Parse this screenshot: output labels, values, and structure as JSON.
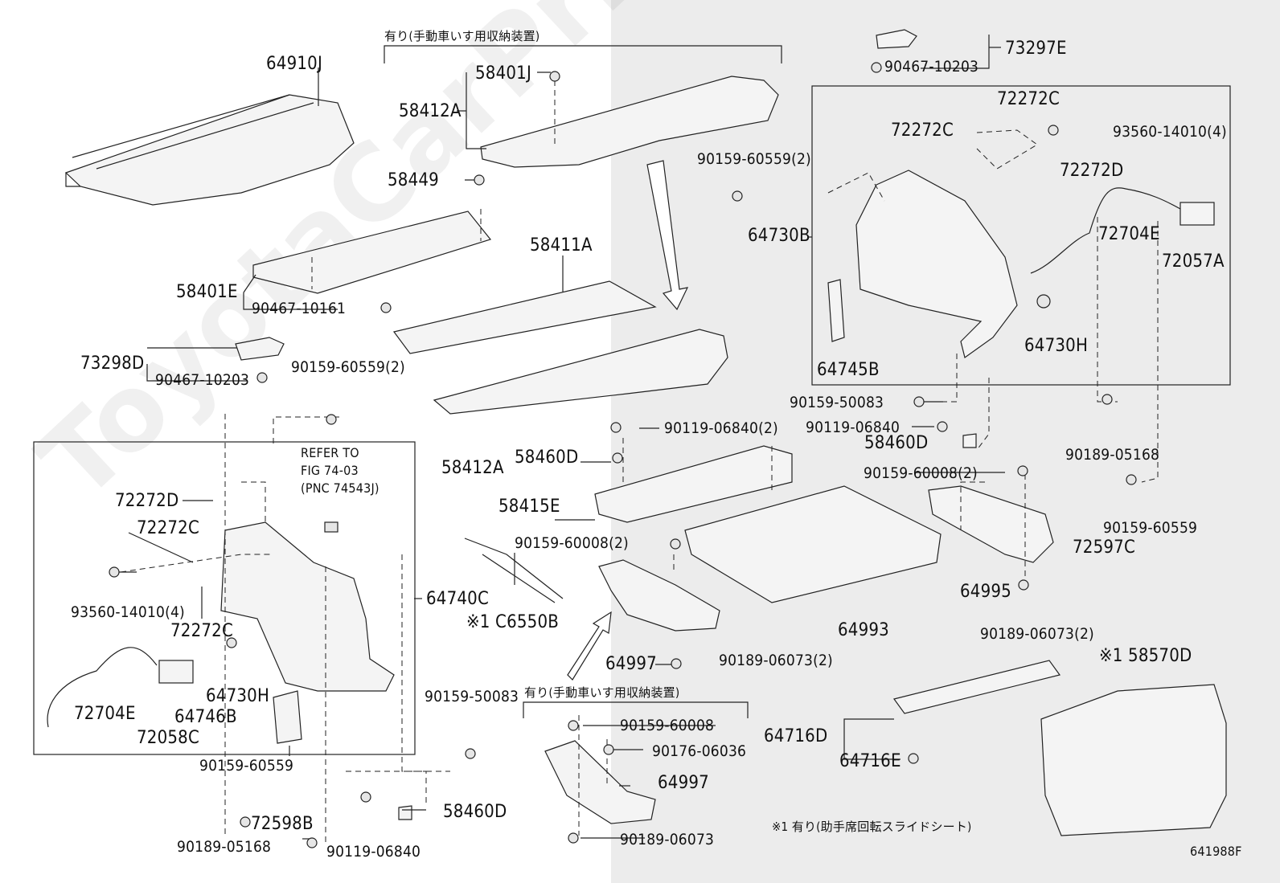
{
  "figure_code": "641988F",
  "watermark": "ToyotaCarPrice.ru",
  "notes": {
    "mt_box_upper": "有り(手動車いす用収納装置)",
    "mt_box_lower": "有り(手動車いす用収納装置)",
    "footnote": "※1 有り(助手席回転スライドシート)",
    "refer_1": "REFER TO",
    "refer_2": "FIG 74-03",
    "refer_3": "(PNC 74543J)"
  },
  "parts": {
    "p64910J": "64910J",
    "p58401J": "58401J",
    "p58412A_top": "58412A",
    "p58449": "58449",
    "p58411A": "58411A",
    "p58401E": "58401E",
    "p90467_10161": "90467-10161",
    "p73298D": "73298D",
    "p90467_10203_left": "90467-10203",
    "p90159_60559_2_mid": "90159-60559(2)",
    "p58412A_bottom": "58412A",
    "p73297E": "73297E",
    "p90467_10203_right": "90467-10203",
    "p72272C_top": "72272C",
    "p72272C_mid": "72272C",
    "p93560_14010_4_right": "93560-14010(4)",
    "p90159_60559_2_right": "90159-60559(2)",
    "p72272D_right": "72272D",
    "p64730B": "64730B",
    "p72704E_right": "72704E",
    "p72057A": "72057A",
    "p64730H_right": "64730H",
    "p64745B": "64745B",
    "p90159_50083_right": "90159-50083",
    "p90119_06840_2": "90119-06840(2)",
    "p90119_06840_right": "90119-06840",
    "p58460D_mid": "58460D",
    "p58460D_small": "58460D",
    "p90189_05168_right": "90189-05168",
    "p58415E": "58415E",
    "p90159_60008_2_right": "90159-60008(2)",
    "p90159_60559_right": "90159-60559",
    "p72597C": "72597C",
    "p90159_60008_2_mid": "90159-60008(2)",
    "pC6550B": "※1 C6550B",
    "p64995": "64995",
    "p90189_06073_2_right": "90189-06073(2)",
    "p64993": "64993",
    "p64997_mid": "64997",
    "p90189_06073_2_mid": "90189-06073(2)",
    "p58570D": "※1 58570D",
    "p64716D": "64716D",
    "p64716E": "64716E",
    "p90159_60008_low": "90159-60008",
    "p90176_06036": "90176-06036",
    "p64997_low": "64997",
    "p90189_06073_low": "90189-06073",
    "p72272D_left": "72272D",
    "p72272C_left1": "72272C",
    "p93560_14010_4_left": "93560-14010(4)",
    "p72272C_left2": "72272C",
    "p64740C": "64740C",
    "p64730H_left": "64730H",
    "p64746B": "64746B",
    "p72704E_left": "72704E",
    "p72058C": "72058C",
    "p90159_60559_left": "90159-60559",
    "p72598B": "72598B",
    "p90189_05168_left": "90189-05168",
    "p90119_06840_left": "90119-06840",
    "p90159_50083_left": "90159-50083",
    "p58460D_left": "58460D"
  }
}
